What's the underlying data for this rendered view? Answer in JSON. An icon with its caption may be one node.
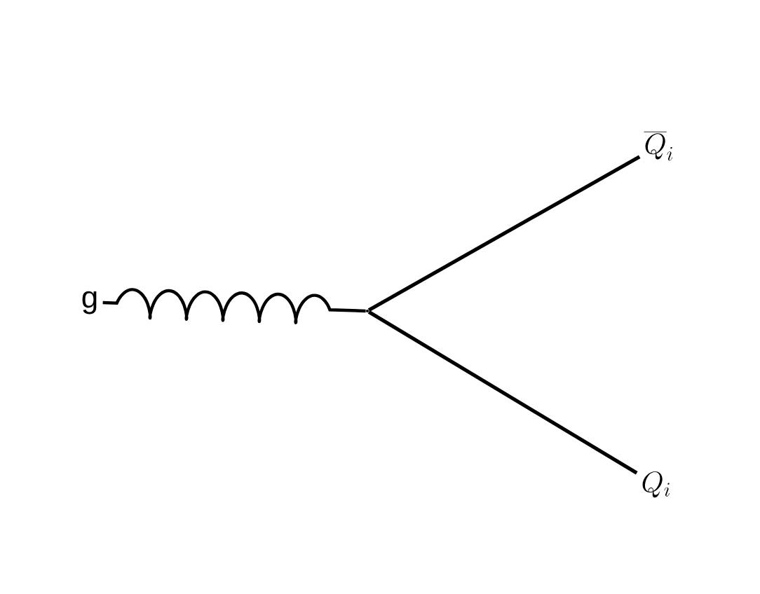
{
  "diagram": {
    "nodes": [
      {
        "text": [
          "g"
        ]
      },
      {
        "text": [],
        "shape": "dot"
      },
      {
        "text": [
          "\\overline{Q}_i"
        ]
      },
      {
        "text": [
          "Q_i"
        ]
      }
    ],
    "edges": [
      {
        "from": 0,
        "to": 1,
        "arrow": "none"
      },
      {
        "from": 1,
        "to": 2,
        "arrow": "none"
      },
      {
        "from": 1,
        "to": 3,
        "arrow": "none"
      }
    ]
  }
}
